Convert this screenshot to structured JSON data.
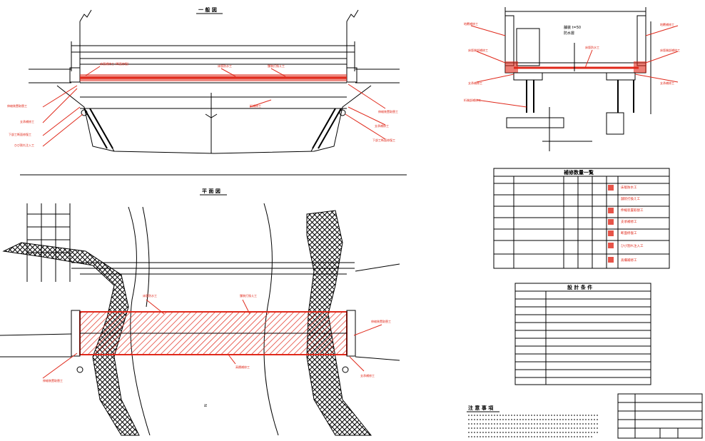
{
  "views": {
    "elevation_title": "一 般 図",
    "plan_title": "平 面 図"
  },
  "repair_table": {
    "title": "補修数量一覧",
    "rows": 7,
    "cols": 6
  },
  "spec_table": {
    "title": "設 計 条 件",
    "rows": 11
  },
  "notes": {
    "title": "注 意 事 項",
    "lines": 6
  },
  "title_block": {
    "rows": 5
  },
  "colors": {
    "drawing_line": "#000000",
    "repair_annotation": "#e0291b",
    "background": "#ffffff"
  }
}
